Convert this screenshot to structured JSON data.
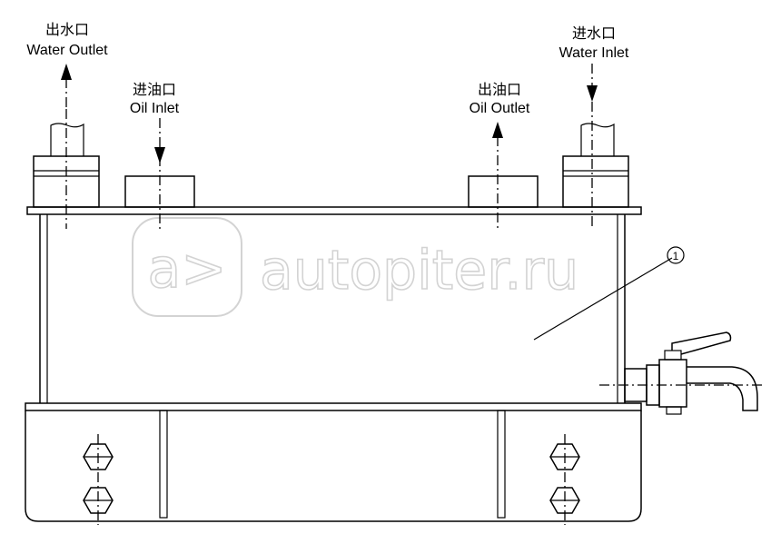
{
  "labels": {
    "water_outlet": {
      "zh": "出水口",
      "en": "Water Outlet"
    },
    "oil_inlet": {
      "zh": "进油口",
      "en": "Oil Inlet"
    },
    "oil_outlet": {
      "zh": "出油口",
      "en": "Oil Outlet"
    },
    "water_inlet": {
      "zh": "进水口",
      "en": "Water Inlet"
    },
    "callout_1": "1"
  },
  "watermark": {
    "text": "autopiter.ru",
    "logo": "a>"
  },
  "colors": {
    "line": "#000000",
    "watermark": "#d3d3d3",
    "background": "#ffffff"
  }
}
